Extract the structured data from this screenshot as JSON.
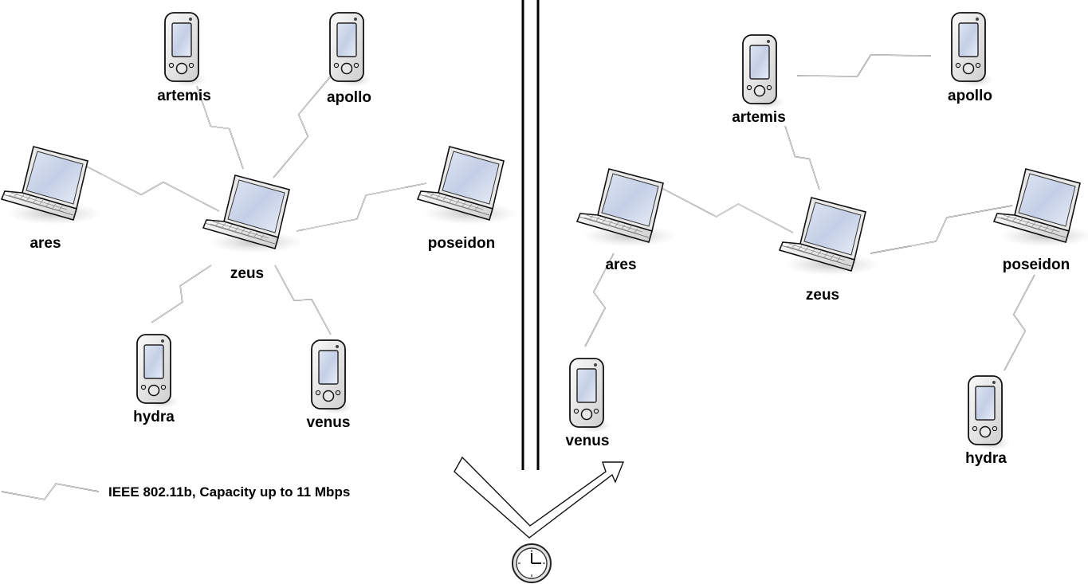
{
  "diagram": {
    "before": {
      "nodes": [
        {
          "id": "artemis",
          "label": "artemis",
          "device": "pda"
        },
        {
          "id": "apollo",
          "label": "apollo",
          "device": "pda"
        },
        {
          "id": "ares",
          "label": "ares",
          "device": "laptop"
        },
        {
          "id": "zeus",
          "label": "zeus",
          "device": "laptop"
        },
        {
          "id": "poseidon",
          "label": "poseidon",
          "device": "laptop"
        },
        {
          "id": "hydra",
          "label": "hydra",
          "device": "pda"
        },
        {
          "id": "venus",
          "label": "venus",
          "device": "pda"
        }
      ],
      "links": [
        [
          "zeus",
          "artemis"
        ],
        [
          "zeus",
          "apollo"
        ],
        [
          "zeus",
          "ares"
        ],
        [
          "zeus",
          "poseidon"
        ],
        [
          "zeus",
          "hydra"
        ],
        [
          "zeus",
          "venus"
        ]
      ]
    },
    "after": {
      "nodes": [
        {
          "id": "artemis",
          "label": "artemis",
          "device": "pda"
        },
        {
          "id": "apollo",
          "label": "apollo",
          "device": "pda"
        },
        {
          "id": "ares",
          "label": "ares",
          "device": "laptop"
        },
        {
          "id": "zeus",
          "label": "zeus",
          "device": "laptop"
        },
        {
          "id": "poseidon",
          "label": "poseidon",
          "device": "laptop"
        },
        {
          "id": "venus",
          "label": "venus",
          "device": "pda"
        },
        {
          "id": "hydra",
          "label": "hydra",
          "device": "pda"
        }
      ],
      "links": [
        [
          "artemis",
          "apollo"
        ],
        [
          "artemis",
          "zeus"
        ],
        [
          "ares",
          "zeus"
        ],
        [
          "zeus",
          "poseidon"
        ],
        [
          "ares",
          "venus"
        ],
        [
          "poseidon",
          "hydra"
        ]
      ]
    },
    "legend": {
      "text": "IEEE 802.11b, Capacity up to 11 Mbps",
      "symbol": "wireless-link-bolt"
    },
    "transition": {
      "separator": "double-vertical-line",
      "arrow": "outlined-chevron-arrow",
      "icon": "clock-icon"
    }
  }
}
